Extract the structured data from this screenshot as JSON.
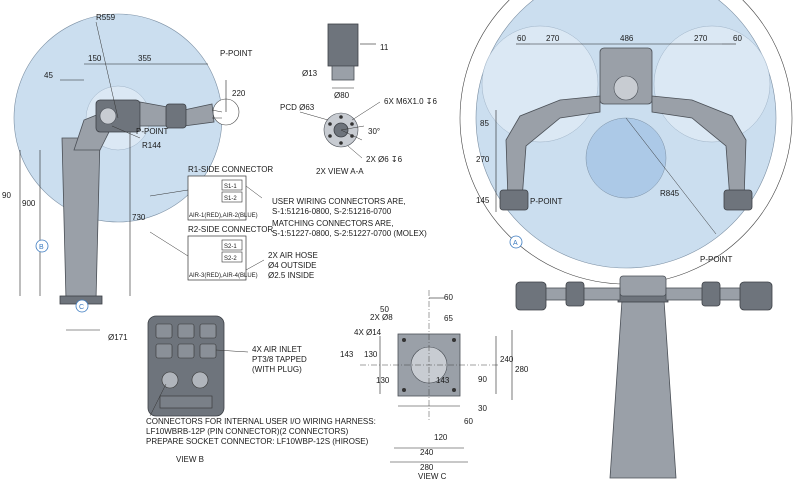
{
  "side_view": {
    "r559": "R559",
    "d150": "150",
    "d355": "355",
    "d45": "45",
    "d220": "220",
    "ppoint_top": "P-POINT",
    "ppoint_mid": "P-POINT",
    "r144": "R144",
    "d90": "90",
    "d900": "900",
    "d730": "730",
    "d171": "Ø171",
    "marker_b": "B",
    "marker_c": "C"
  },
  "view_aa": {
    "d11": "11",
    "d13": "Ø13",
    "d80": "Ø80",
    "pcd": "PCD Ø63",
    "screws": "6X M6X1.0 ↧6",
    "angle": "30°",
    "holes": "2X Ø6 ↧6",
    "caption": "2X VIEW A-A"
  },
  "connectors": {
    "r1_title": "R1-SIDE CONNECTOR",
    "r1_s1": "S1-1",
    "r1_s2": "S1-2",
    "r1_air": "AIR-1(RED),AIR-2(BLUE)",
    "r2_title": "R2-SIDE CONNECTOR",
    "r2_s1": "S2-1",
    "r2_s2": "S2-2",
    "r2_air": "AIR-3(RED),AIR-4(BLUE)",
    "note1": "USER WIRING CONNECTORS ARE,",
    "note2": "S-1:51216-0800, S-2:51216-0700",
    "note3": "MATCHING CONNECTORS ARE,",
    "note4": "S-1:51227-0800, S-2:51227-0700 (MOLEX)",
    "hose1": "2X AIR HOSE",
    "hose2": "Ø4 OUTSIDE",
    "hose3": "Ø2.5 INSIDE"
  },
  "view_b": {
    "inlet1": "4X AIR INLET",
    "inlet2": "PT3/8 TAPPED",
    "inlet3": "(WITH PLUG)",
    "harness1": "CONNECTORS FOR INTERNAL USER I/O WIRING HARNESS:",
    "harness2": "LF10WBRB-12P (PIN CONNECTOR)(2 CONNECTORS)",
    "harness3": "PREPARE SOCKET CONNECTOR: LF10WBP-12S (HIROSE)",
    "caption": "VIEW B"
  },
  "view_c": {
    "d60a": "60",
    "d8": "2X Ø8",
    "d50": "50",
    "d65": "65",
    "d14": "4X Ø14",
    "d143a": "143",
    "d130a": "130",
    "d130b": "130",
    "d143b": "143",
    "d90": "90",
    "d30": "30",
    "d240r": "240",
    "d280r": "280",
    "d60b": "60",
    "d120": "120",
    "d240b": "240",
    "d280b": "280",
    "caption": "VIEW C"
  },
  "top_view": {
    "d60l": "60",
    "d270l": "270",
    "d486": "486",
    "d270r": "270",
    "d60r": "60",
    "d85": "85",
    "d270v": "270",
    "d145": "145",
    "ppoint_left": "P-POINT",
    "r845": "R845",
    "ppoint_bottom": "P-POINT",
    "marker_a": "A"
  }
}
